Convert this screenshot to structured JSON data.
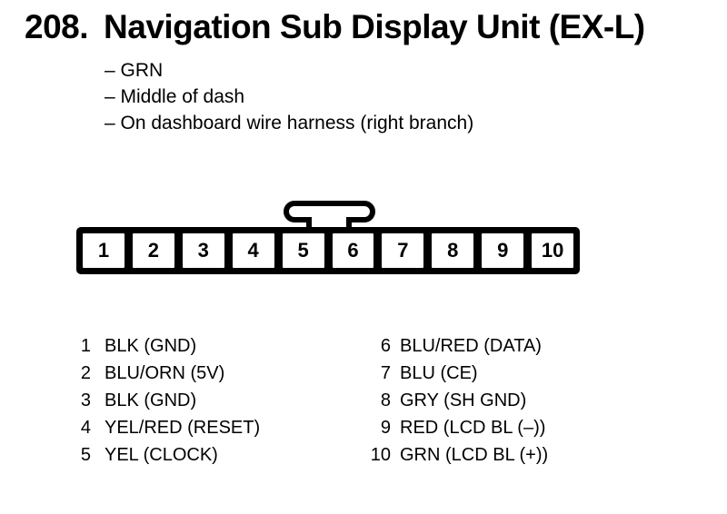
{
  "colors": {
    "ink": "#000000",
    "paper": "#ffffff"
  },
  "heading": {
    "section_number": "208.",
    "title": "Navigation Sub Display Unit (EX-L)"
  },
  "details": {
    "line1": "– GRN",
    "line2": "– Middle of dash",
    "line3": "– On dashboard wire harness (right branch)"
  },
  "connector": {
    "pins": [
      "1",
      "2",
      "3",
      "4",
      "5",
      "6",
      "7",
      "8",
      "9",
      "10"
    ]
  },
  "pin_list": {
    "left": [
      {
        "pin": "1",
        "label": "BLK (GND)"
      },
      {
        "pin": "2",
        "label": "BLU/ORN (5V)"
      },
      {
        "pin": "3",
        "label": "BLK (GND)"
      },
      {
        "pin": "4",
        "label": "YEL/RED (RESET)"
      },
      {
        "pin": "5",
        "label": "YEL (CLOCK)"
      }
    ],
    "right": [
      {
        "pin": "6",
        "label": "BLU/RED (DATA)"
      },
      {
        "pin": "7",
        "label": "BLU (CE)"
      },
      {
        "pin": "8",
        "label": "GRY (SH GND)"
      },
      {
        "pin": "9",
        "label": "RED (LCD BL (–))"
      },
      {
        "pin": "10",
        "label": "GRN (LCD BL (+))"
      }
    ]
  }
}
